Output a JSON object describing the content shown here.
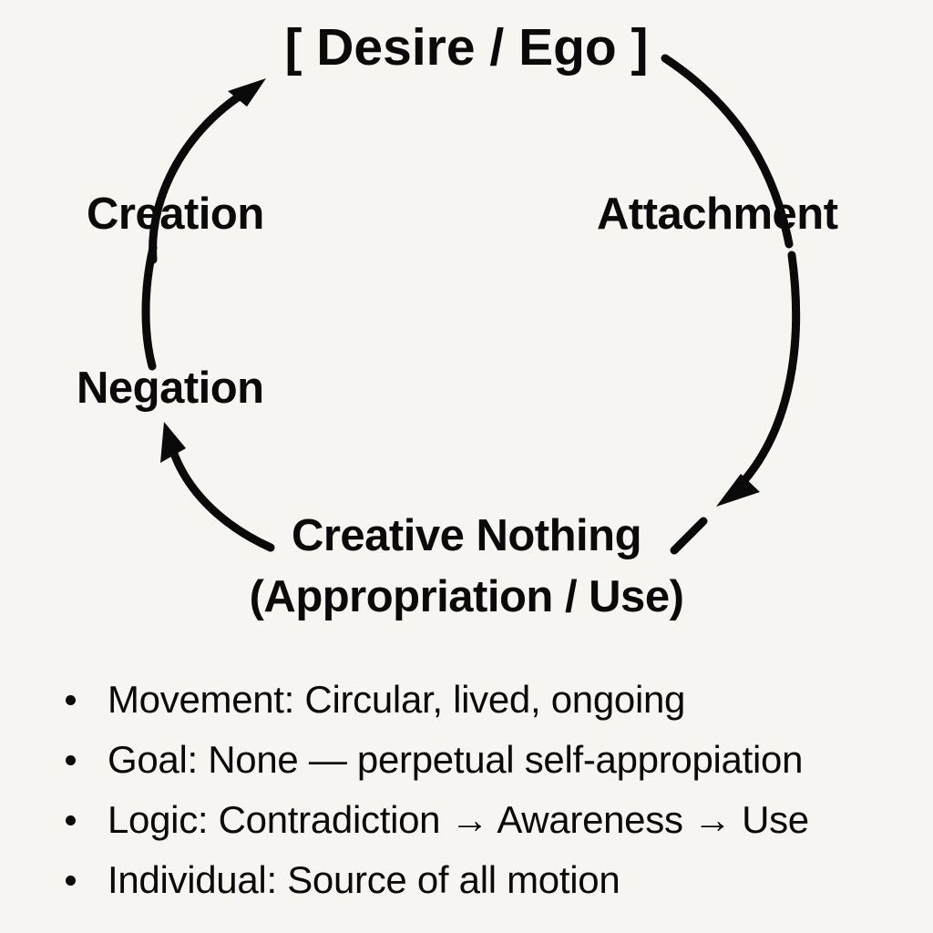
{
  "canvas": {
    "background_color": "#F7F5F1",
    "ink_color": "#0A0A0A"
  },
  "diagram": {
    "type": "cycle",
    "nodes": [
      {
        "id": "desire-ego",
        "label": "[ Desire / Ego ]",
        "position": "top"
      },
      {
        "id": "attachment",
        "label": "Attachment",
        "position": "right"
      },
      {
        "id": "creative-nothing",
        "label": "Creative Nothing",
        "sublabel": "(Appropriation / Use)",
        "position": "bottom"
      },
      {
        "id": "negation",
        "label": "Negation",
        "position": "left-lower"
      },
      {
        "id": "creation",
        "label": "Creation",
        "position": "left-upper"
      }
    ],
    "edges": [
      {
        "from": "desire-ego",
        "to": "attachment",
        "arrowhead": false
      },
      {
        "from": "attachment",
        "to": "creative-nothing",
        "arrowhead": true
      },
      {
        "from": "creative-nothing",
        "to": "negation",
        "arrowhead": true
      },
      {
        "from": "negation",
        "to": "creation",
        "arrowhead": false
      },
      {
        "from": "creation",
        "to": "desire-ego",
        "arrowhead": true
      }
    ]
  },
  "notes": {
    "items": [
      "Movement: Circular, lived, ongoing",
      "Goal: None — perpetual self-appropiation",
      "Logic: Contradiction → Awareness → Use",
      "Individual: Source of all motion"
    ]
  }
}
